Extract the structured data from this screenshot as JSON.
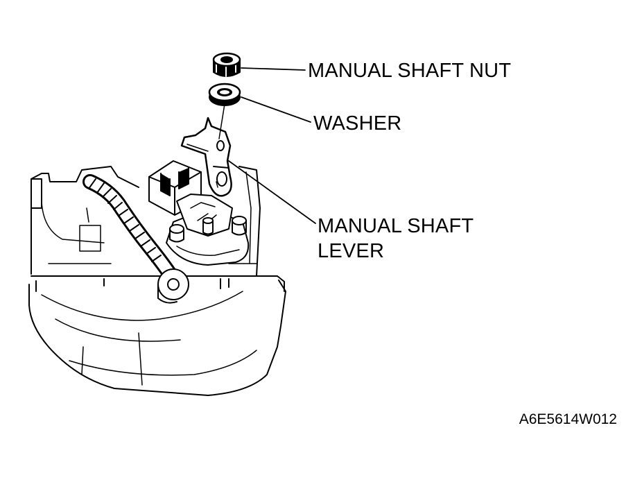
{
  "callouts": {
    "nut": "MANUAL SHAFT NUT",
    "washer": "WASHER",
    "lever_line1": "MANUAL SHAFT",
    "lever_line2": "LEVER"
  },
  "figure_code": "A6E5614W012",
  "colors": {
    "ink": "#000000",
    "paper": "#ffffff"
  }
}
